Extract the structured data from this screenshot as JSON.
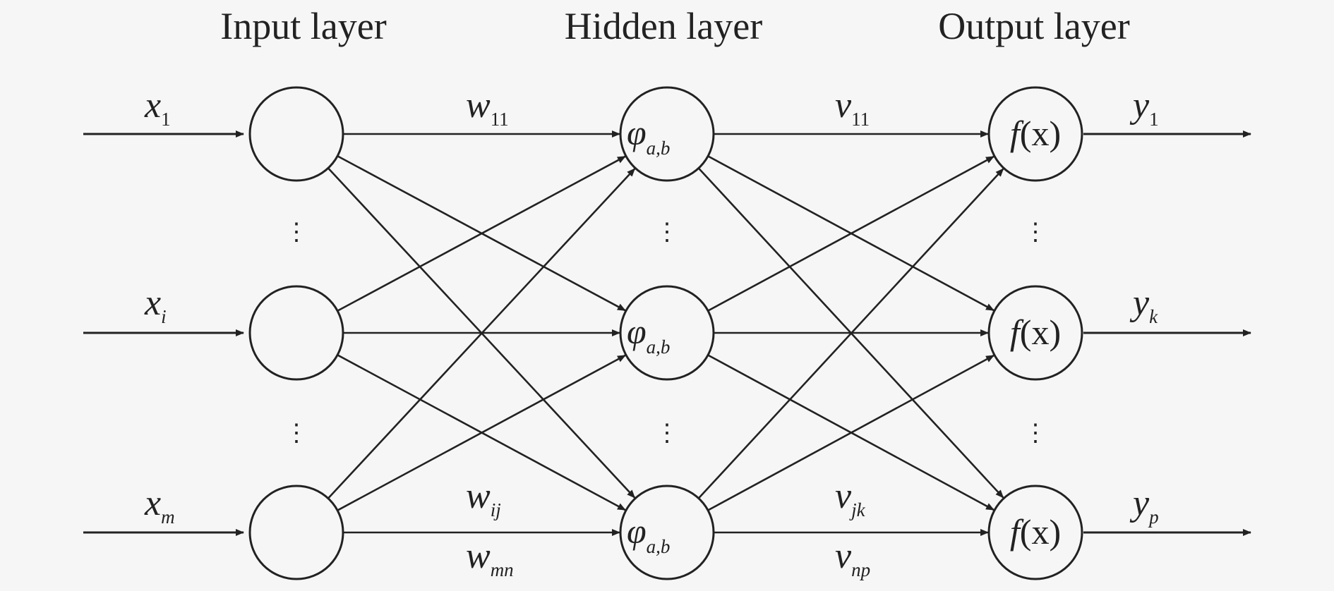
{
  "titles": {
    "input": "Input layer",
    "hidden": "Hidden layer",
    "output": "Output layer"
  },
  "inputs": [
    {
      "base": "x",
      "sub": "1"
    },
    {
      "base": "x",
      "sub": "i"
    },
    {
      "base": "x",
      "sub": "m"
    }
  ],
  "outputs": [
    {
      "base": "y",
      "sub": "1"
    },
    {
      "base": "y",
      "sub": "k"
    },
    {
      "base": "y",
      "sub": "p"
    }
  ],
  "hidden_node": {
    "base": "φ",
    "sub": "a,b"
  },
  "output_node": {
    "f": "f",
    "paren": "(x)"
  },
  "weights_ih": [
    {
      "base": "w",
      "sub": "11"
    },
    {
      "base": "w",
      "sub": "ij"
    },
    {
      "base": "w",
      "sub": "mn"
    }
  ],
  "weights_ho": [
    {
      "base": "v",
      "sub": "11"
    },
    {
      "base": "v",
      "sub": "jk"
    },
    {
      "base": "v",
      "sub": "np"
    }
  ],
  "ellipsis": "⋮"
}
